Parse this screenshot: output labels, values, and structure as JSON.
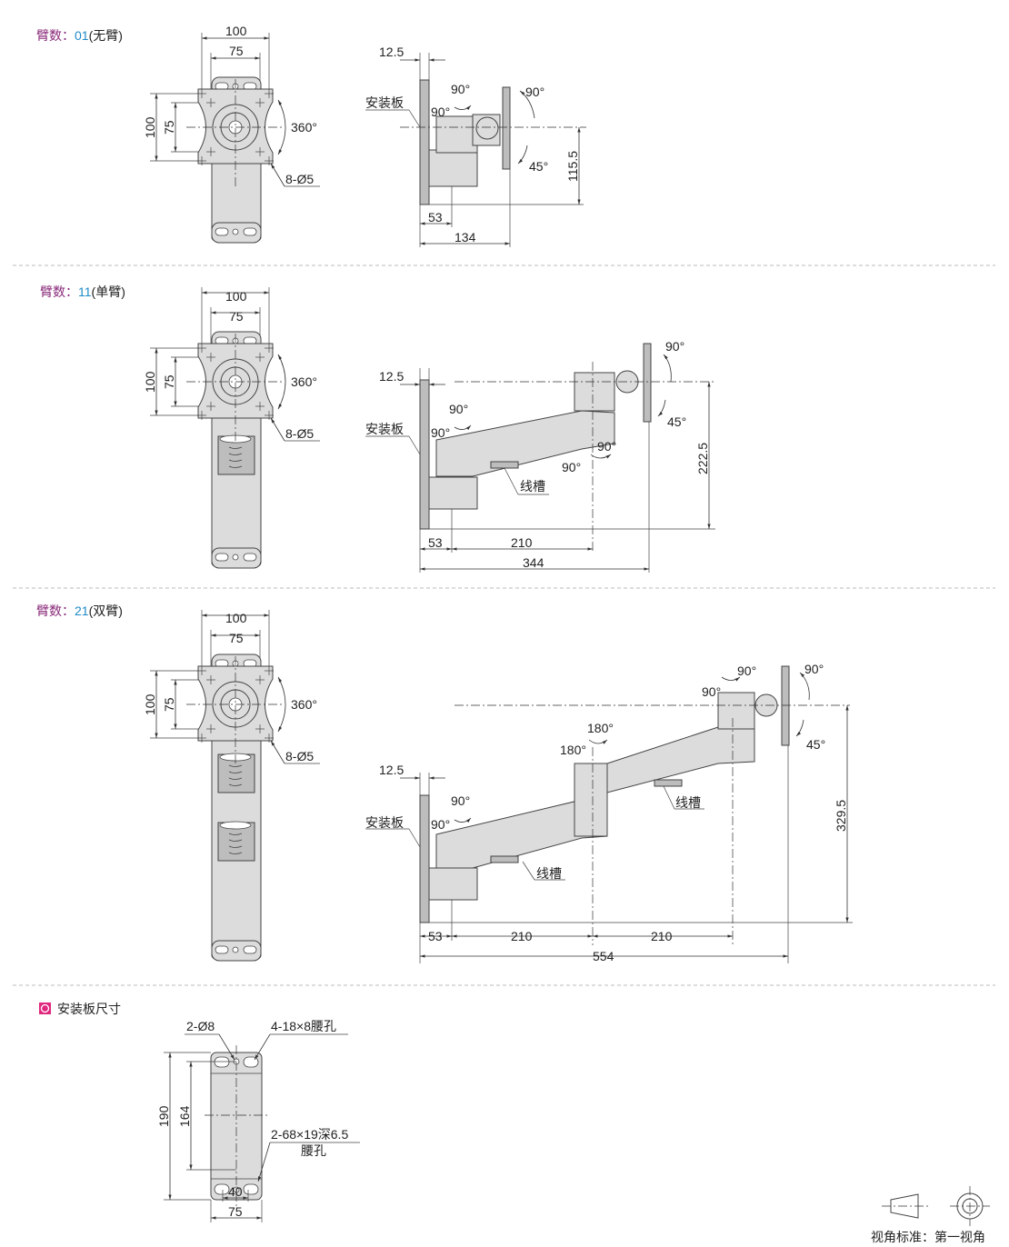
{
  "sections": [
    {
      "prefix": "臂数：",
      "code": "01",
      "name": "(无臂)"
    },
    {
      "prefix": "臂数：",
      "code": "11",
      "name": "(单臂)"
    },
    {
      "prefix": "臂数：",
      "code": "21",
      "name": "(双臂)"
    }
  ],
  "front": {
    "w100": "100",
    "w75": "75",
    "h100": "100",
    "h75": "75",
    "rotate": "360°",
    "holes": "8-Ø5"
  },
  "side": {
    "plate_label": "安装板",
    "thickness": "12.5",
    "angle90": "90°",
    "angle45": "45°",
    "angle180": "180°",
    "cable_slot": "线槽",
    "s1": {
      "height": "115.5",
      "d53": "53",
      "total": "134"
    },
    "s2": {
      "height": "222.5",
      "d53": "53",
      "d210": "210",
      "total": "344"
    },
    "s3": {
      "height": "329.5",
      "d53": "53",
      "d210a": "210",
      "d210b": "210",
      "total": "554"
    }
  },
  "plate_section": {
    "title": "安装板尺寸",
    "accent": "#e0287f",
    "holes_round": "2-Ø8",
    "holes_slot": "4-18×8腰孔",
    "pocket_line1": "2-68×19深6.5",
    "pocket_line2": "腰孔",
    "h190": "190",
    "h164": "164",
    "w40": "40",
    "w75": "75"
  },
  "legend": {
    "text": "视角标准：第一视角"
  }
}
